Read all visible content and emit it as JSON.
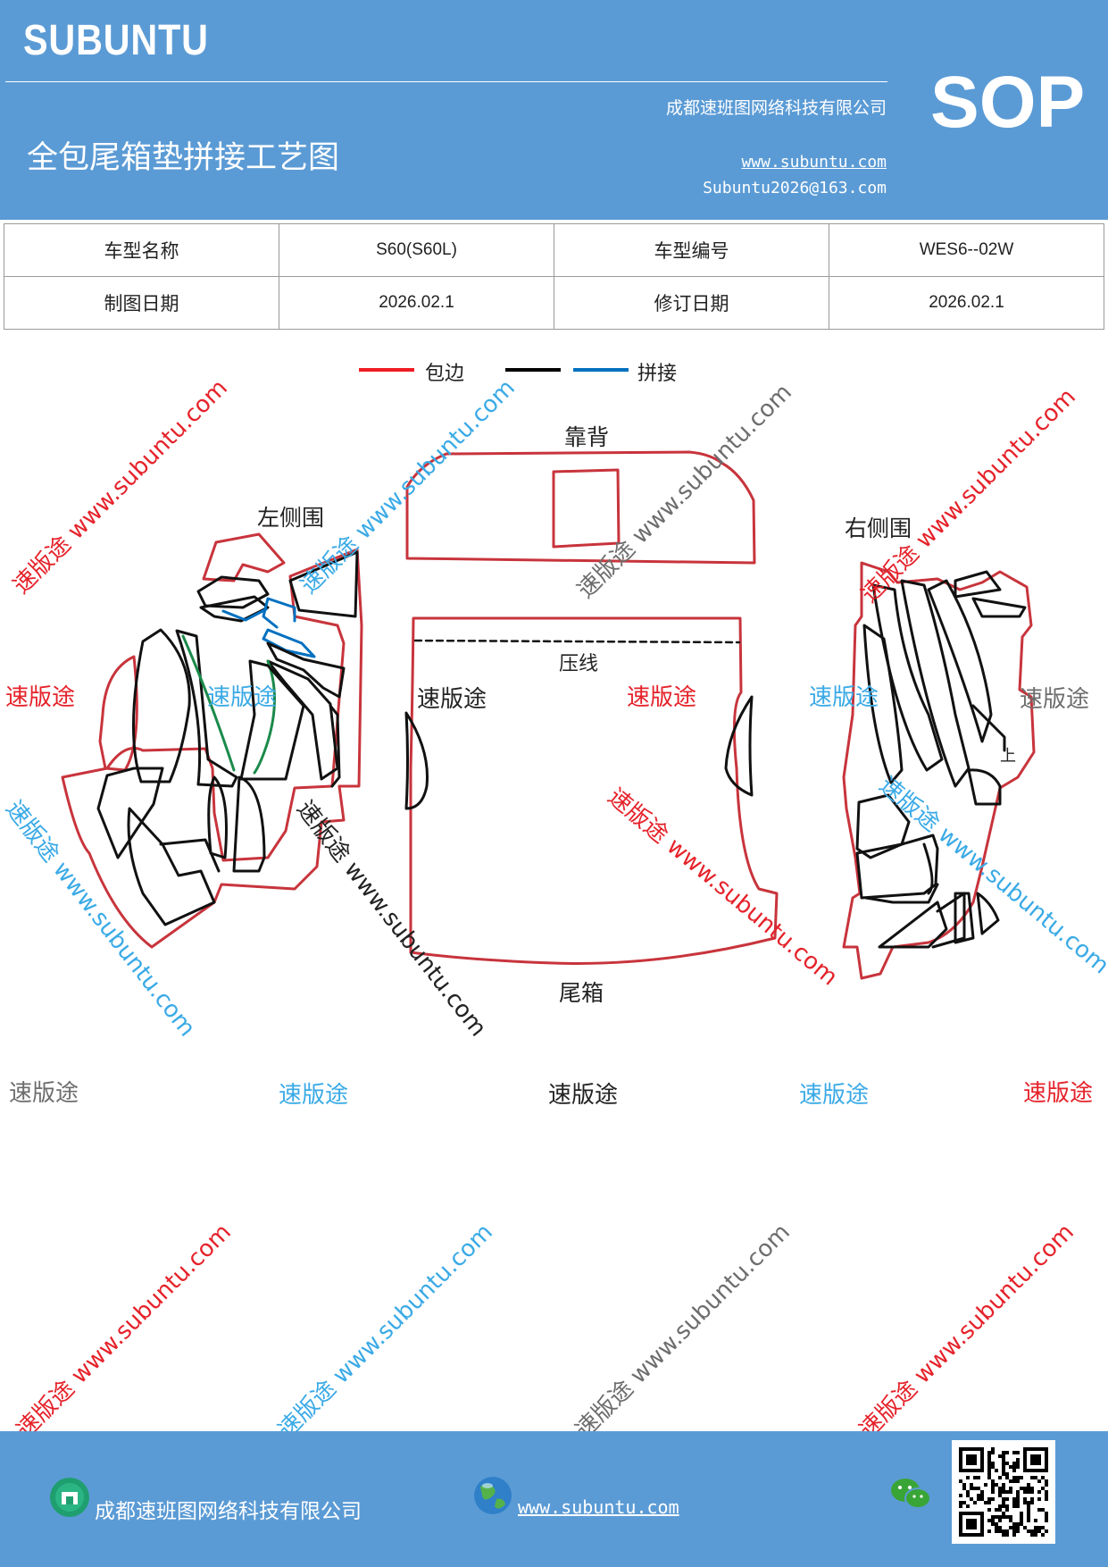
{
  "header": {
    "brand": "SUBUNTU",
    "company": "成都速班图网络科技有限公司",
    "title": "全包尾箱垫拼接工艺图",
    "url": "www.subuntu.com",
    "email": "Subuntu2026@163.com",
    "sop": "SOP",
    "background_color": "#5b9bd5"
  },
  "info_table": {
    "rows": [
      [
        "车型名称",
        "S60(S60L)",
        "车型编号",
        "WES6--02W"
      ],
      [
        "制图日期",
        "2026.02.1",
        "修订日期",
        "2026.02.1"
      ]
    ]
  },
  "legend": {
    "items": [
      {
        "label": "包边",
        "color": "#ee1c24"
      },
      {
        "label": "",
        "color": "#000000"
      },
      {
        "label": "拼接",
        "color": "#0070c0"
      }
    ]
  },
  "diagram": {
    "labels": {
      "backrest": "靠背",
      "left_side": "左侧围",
      "right_side": "右侧围",
      "crease": "压线",
      "trunk": "尾箱",
      "up_mark": "上"
    },
    "colors": {
      "edge": "#c8343c",
      "cut": "#111111",
      "splice": "#0070c0",
      "green": "#1a8a4a"
    }
  },
  "watermarks": {
    "brand": "速版途",
    "diagonal": "速版途 www.subuntu.com",
    "colors": {
      "red": "#e5222a",
      "blue": "#3aaae6",
      "gray": "#6d6d6d",
      "black": "#222222"
    }
  },
  "footer": {
    "company": "成都速班图网络科技有限公司",
    "url": "www.subuntu.com",
    "icons": [
      "company-icon",
      "globe-icon",
      "wechat-icon",
      "qr-code"
    ]
  }
}
